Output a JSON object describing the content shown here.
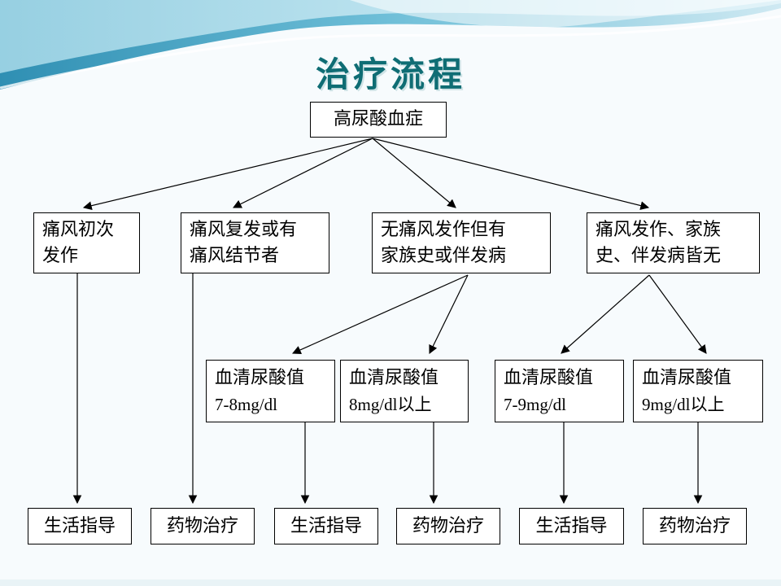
{
  "slide": {
    "title": "治疗流程",
    "root": "高尿酸血症",
    "categories": [
      {
        "line1": "痛风初次",
        "line2": "发作"
      },
      {
        "line1": "痛风复发或有",
        "line2": "痛风结节者"
      },
      {
        "line1": "无痛风发作但有",
        "line2": "家族史或伴发病"
      },
      {
        "line1": "痛风发作、家族",
        "line2": "史、伴发病皆无"
      }
    ],
    "levels": [
      {
        "line1": "血清尿酸值",
        "line2": "7-8mg/dl"
      },
      {
        "line1": "血清尿酸值",
        "line2": "8mg/dl以上"
      },
      {
        "line1": "血清尿酸值",
        "line2": "7-9mg/dl"
      },
      {
        "line1": "血清尿酸值",
        "line2": "9mg/dl以上"
      }
    ],
    "outcomes": [
      "生活指导",
      "药物治疗",
      "生活指导",
      "药物治疗",
      "生活指导",
      "药物治疗"
    ]
  },
  "colors": {
    "title": "#0f6d74",
    "wave_dark": "#3a9fbf",
    "wave_mid": "#7fc6dc",
    "wave_light": "#cfe9f2",
    "line": "#000000"
  }
}
